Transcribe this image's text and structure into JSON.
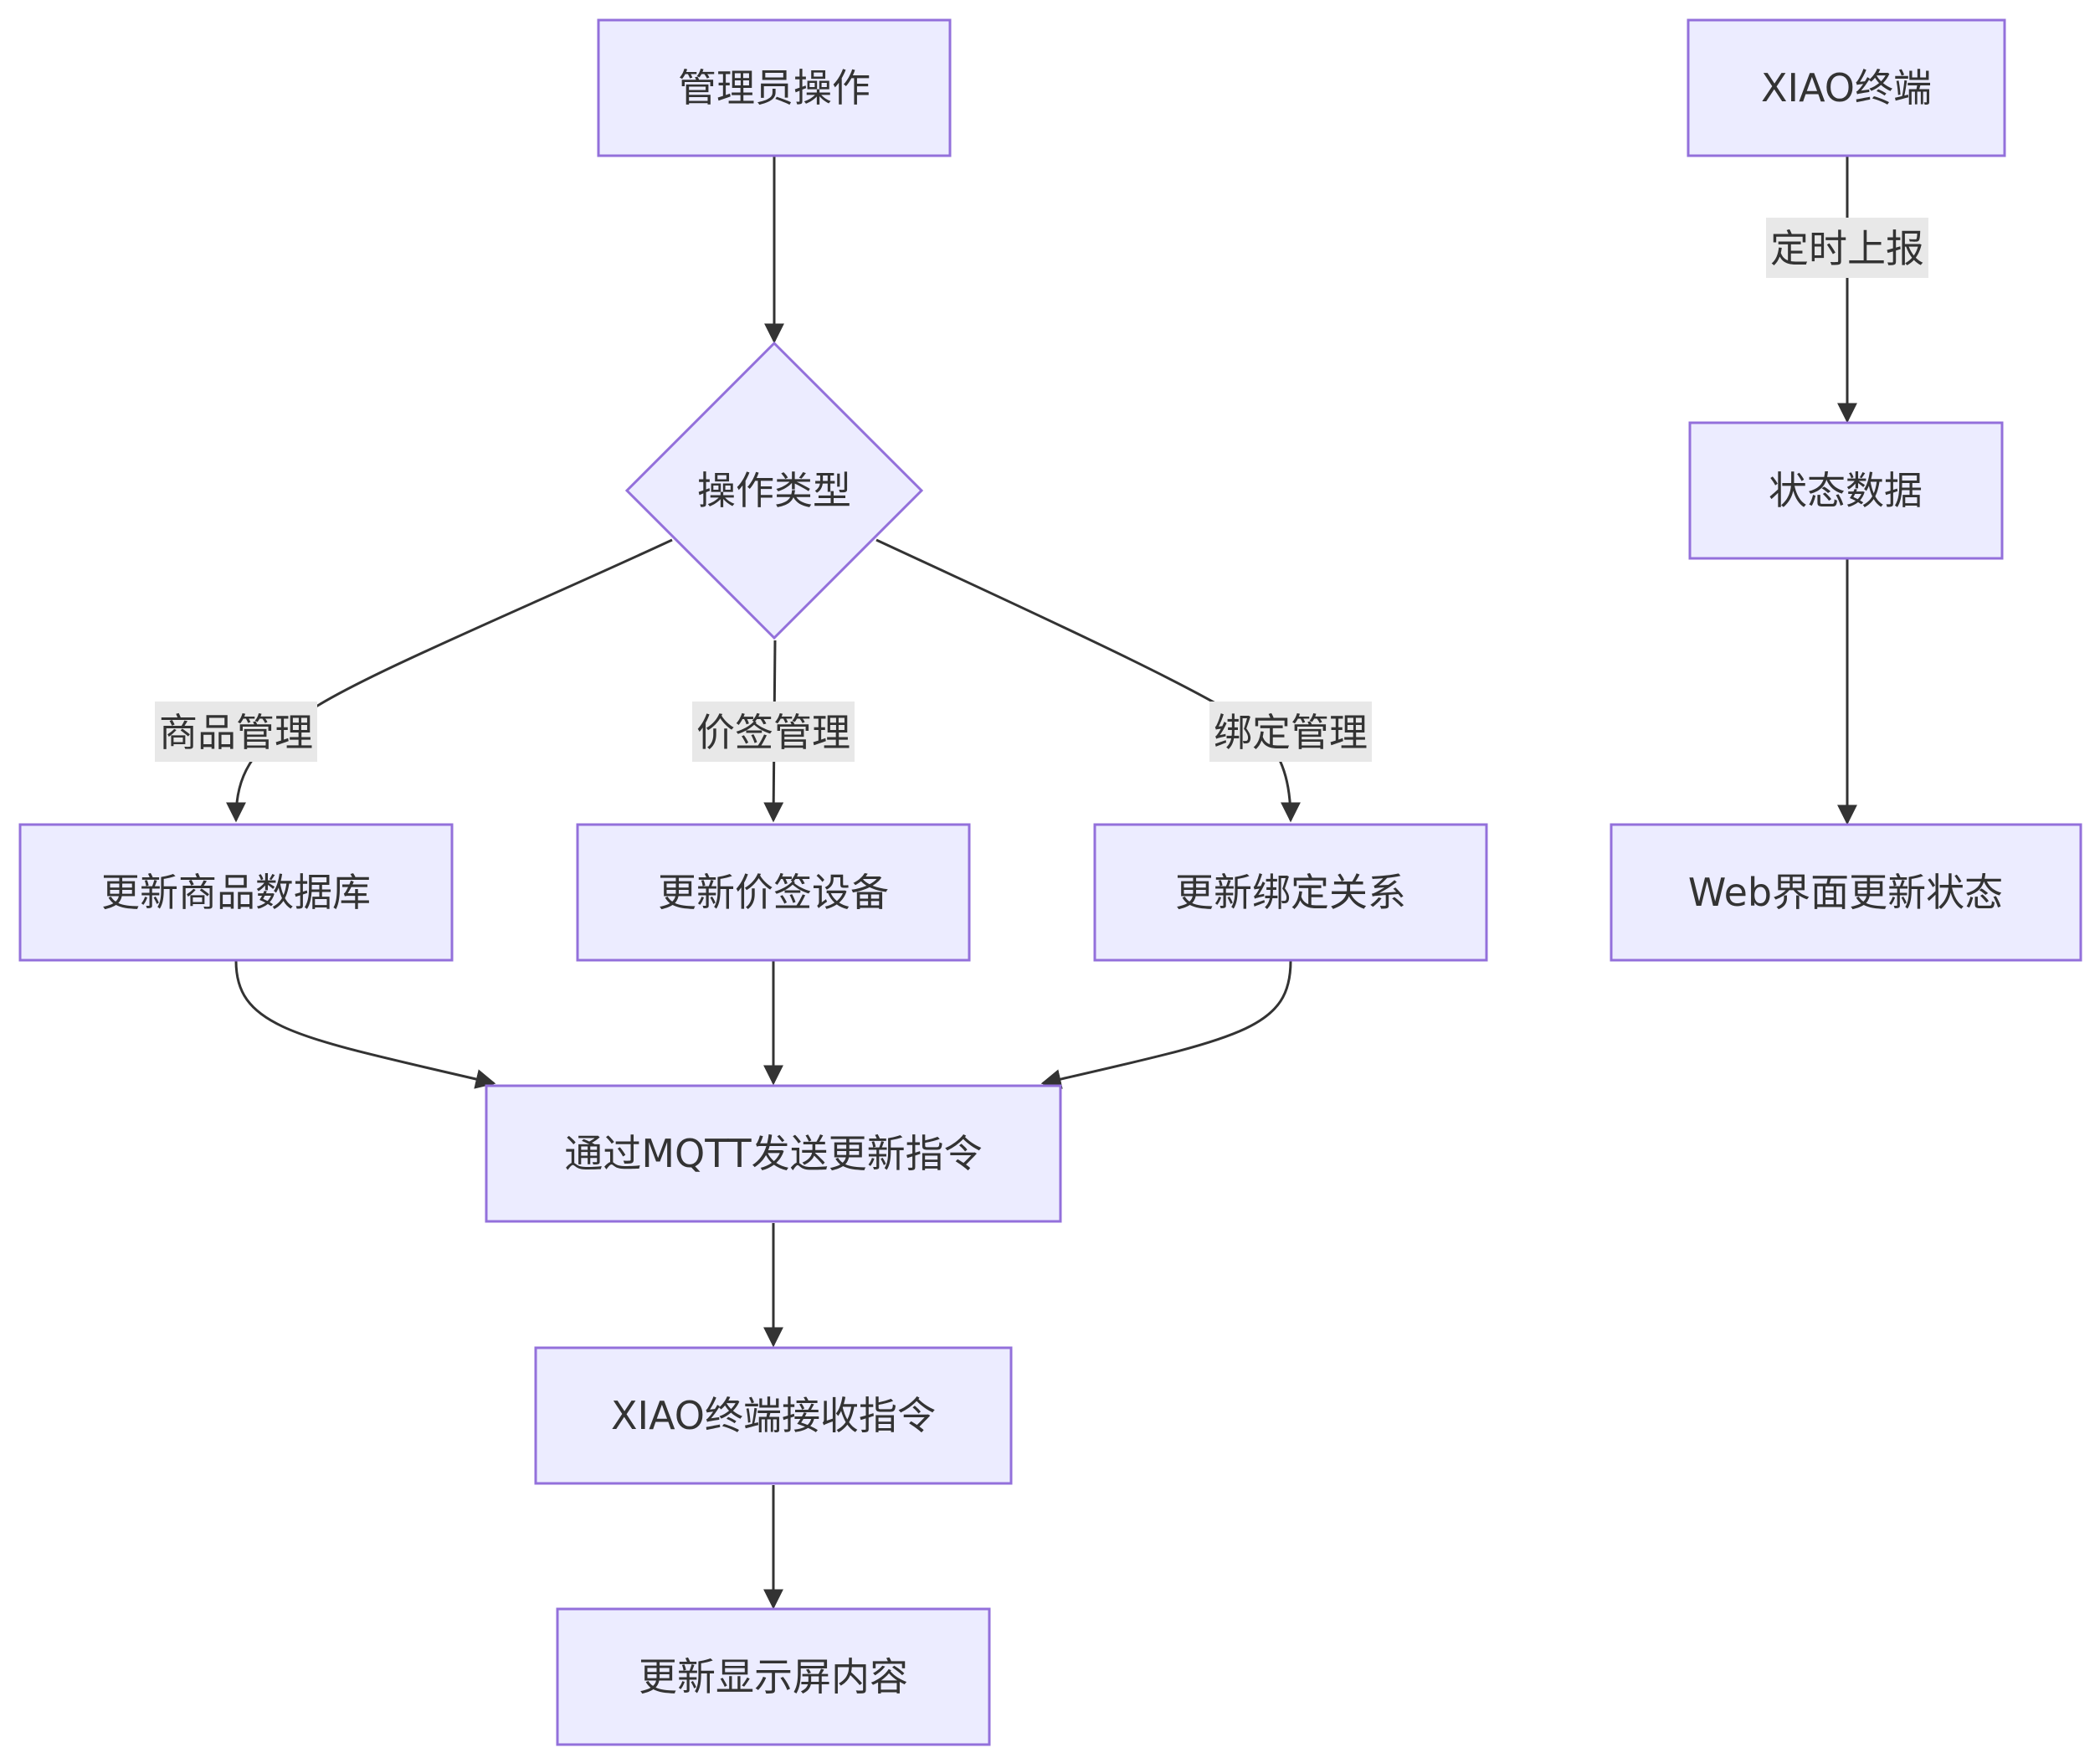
{
  "diagram": {
    "nodes": {
      "admin_op": "管理员操作",
      "op_type": "操作类型",
      "update_goods_db": "更新商品数据库",
      "update_tag_device": "更新价签设备",
      "update_binding": "更新绑定关系",
      "send_mqtt": "通过MQTT发送更新指令",
      "xiao_receive": "XIAO终端接收指令",
      "update_display": "更新显示屏内容",
      "xiao_terminal": "XIAO终端",
      "status_data": "状态数据",
      "web_update": "Web界面更新状态"
    },
    "edge_labels": {
      "goods_mgmt": "商品管理",
      "tag_mgmt": "价签管理",
      "binding_mgmt": "绑定管理",
      "periodic_report": "定时上报"
    }
  }
}
